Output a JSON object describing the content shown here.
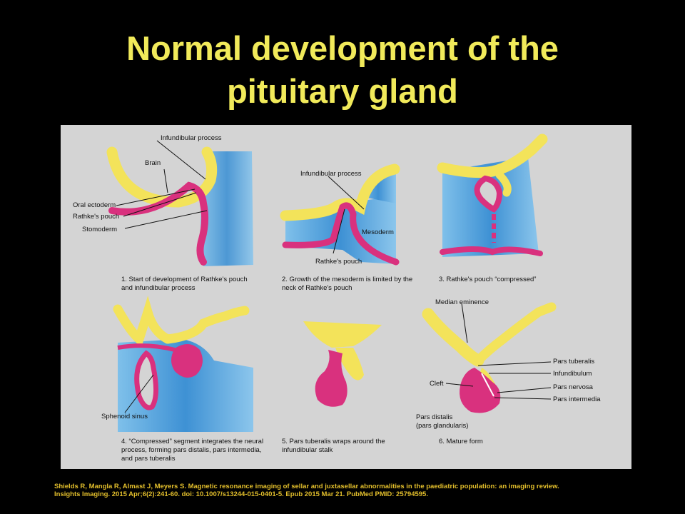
{
  "slide": {
    "title_line1": "Normal development of the",
    "title_line2": "pituitary gland"
  },
  "figure": {
    "panels": [
      {
        "caption_line1": "1. Start of development of Rathke's pouch",
        "caption_line2": "and infundibular process",
        "labels": [
          "Infundibular process",
          "Brain",
          "Oral ectoderm",
          "Rathke's pouch",
          "Stomoderm"
        ]
      },
      {
        "caption_line1": "2. Growth of the mesoderm is limited by the",
        "caption_line2": "neck of Rathke's pouch",
        "labels": [
          "Infundibular process",
          "Mesoderm",
          "Rathke's pouch"
        ]
      },
      {
        "caption_line1": "3. Rathke's pouch “compressed”",
        "caption_line2": "",
        "labels": []
      },
      {
        "caption_line1": "4. “Compressed” segment integrates the neural",
        "caption_line2": "process, forming pars distalis, pars intermedia,",
        "caption_line3": "and pars tuberalis",
        "labels": [
          "Sphenoid sinus"
        ]
      },
      {
        "caption_line1": "5. Pars tuberalis wraps around the",
        "caption_line2": "infundibular stalk",
        "labels": []
      },
      {
        "caption_line1": "6. Mature form",
        "caption_line2": "",
        "labels": [
          "Median eminence",
          "Pars tuberalis",
          "Infundibulum",
          "Cleft",
          "Pars nervosa",
          "Pars intermedia",
          "Pars distalis",
          "(pars glandularis)"
        ]
      }
    ],
    "colors": {
      "background": "#d4d4d4",
      "brain": "#f3e35a",
      "ectoderm": "#d9317e",
      "mesoderm": "#4f9fd8"
    }
  },
  "citation": {
    "line1": "Shields R, Mangla R, Almast J, Meyers S. Magnetic resonance imaging of sellar and juxtasellar abnormalities in the paediatric population: an imaging review.",
    "line2": "Insights Imaging. 2015 Apr;6(2):241-60. doi: 10.1007/s13244-015-0401-5. Epub 2015 Mar 21. PubMed PMID: 25794595."
  }
}
